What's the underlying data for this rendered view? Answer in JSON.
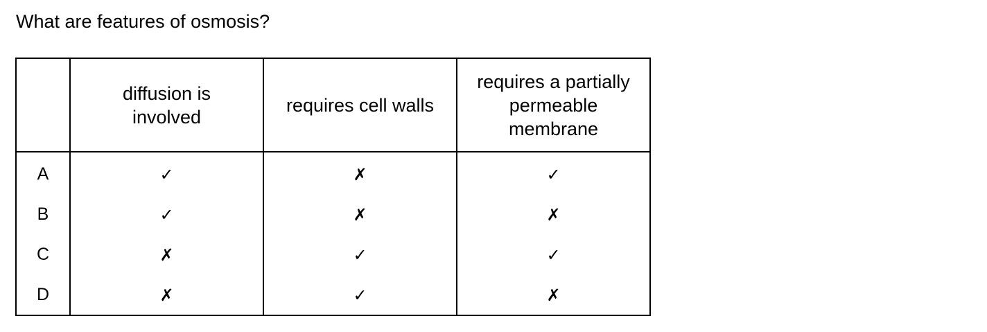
{
  "question": "What are features of osmosis?",
  "table": {
    "headers": [
      "",
      "diffusion is involved",
      "requires cell walls",
      "requires a partially permeable membrane"
    ],
    "header_lines": [
      [
        ""
      ],
      [
        "diffusion is",
        "involved"
      ],
      [
        "requires cell walls"
      ],
      [
        "requires a partially",
        "permeable",
        "membrane"
      ]
    ],
    "rows": [
      {
        "key": "A",
        "marks": [
          "✓",
          "✗",
          "✓"
        ]
      },
      {
        "key": "B",
        "marks": [
          "✓",
          "✗",
          "✗"
        ]
      },
      {
        "key": "C",
        "marks": [
          "✗",
          "✓",
          "✓"
        ]
      },
      {
        "key": "D",
        "marks": [
          "✗",
          "✓",
          "✗"
        ]
      }
    ]
  }
}
